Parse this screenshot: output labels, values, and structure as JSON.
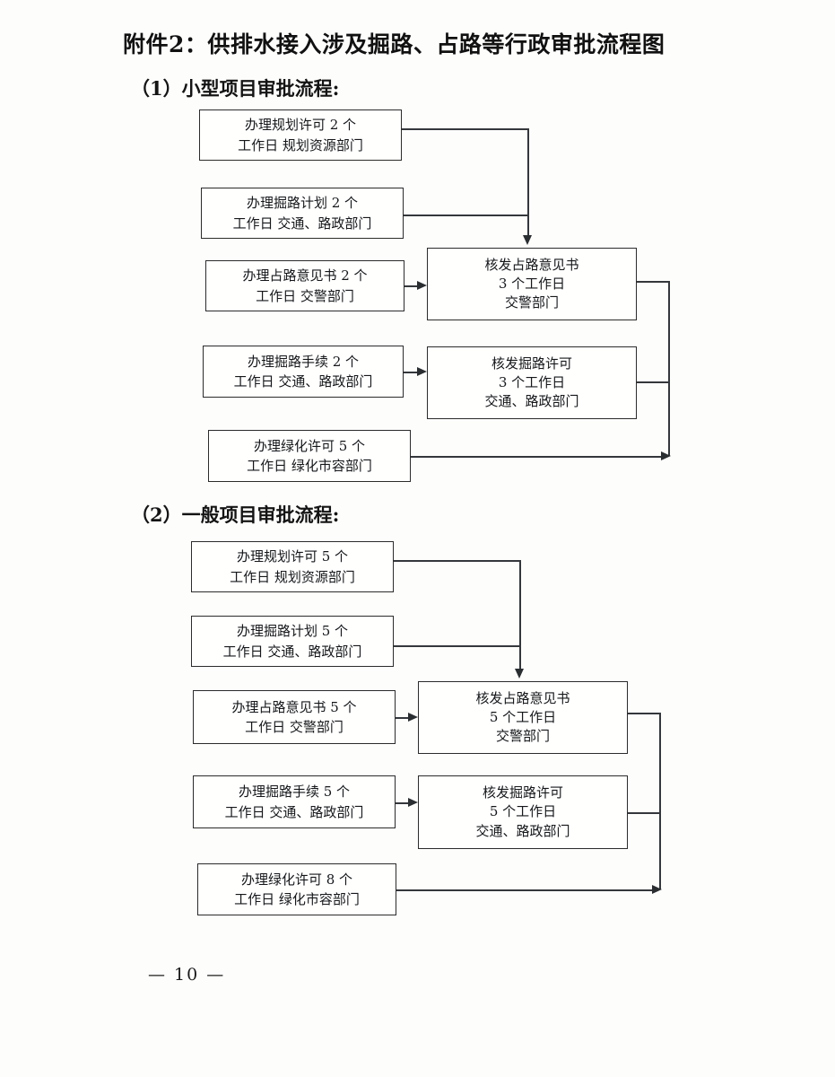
{
  "document": {
    "title": "附件2：供排水接入涉及掘路、占路等行政审批流程图",
    "page_number": "— 10 —"
  },
  "sections": [
    {
      "heading": "（1）小型项目审批流程:",
      "left_nodes": [
        {
          "line1": "办理规划许可 2 个",
          "line2": "工作日  规划资源部门"
        },
        {
          "line1": "办理掘路计划 2 个",
          "line2": "工作日  交通、路政部门"
        },
        {
          "line1": "办理占路意见书 2 个",
          "line2": "工作日  交警部门"
        },
        {
          "line1": "办理掘路手续  2 个",
          "line2": "工作日  交通、路政部门"
        },
        {
          "line1": "办理绿化许可 5 个",
          "line2": "工作日  绿化市容部门"
        }
      ],
      "right_nodes": [
        {
          "line1": "核发占路意见书",
          "line2": "3 个工作日",
          "line3": "交警部门"
        },
        {
          "line1": "核发掘路许可",
          "line2": "3 个工作日",
          "line3": "交通、路政部门"
        }
      ]
    },
    {
      "heading": "（2）一般项目审批流程:",
      "left_nodes": [
        {
          "line1": "办理规划许可 5 个",
          "line2": "工作日  规划资源部门"
        },
        {
          "line1": "办理掘路计划 5 个",
          "line2": "工作日  交通、路政部门"
        },
        {
          "line1": "办理占路意见书 5 个",
          "line2": "工作日  交警部门"
        },
        {
          "line1": "办理掘路手续 5 个",
          "line2": "工作日  交通、路政部门"
        },
        {
          "line1": "办理绿化许可 8 个",
          "line2": "工作日  绿化市容部门"
        }
      ],
      "right_nodes": [
        {
          "line1": "核发占路意见书",
          "line2": "5 个工作日",
          "line3": "交警部门"
        },
        {
          "line1": "核发掘路许可",
          "line2": "5 个工作日",
          "line3": "交通、路政部门"
        }
      ]
    }
  ]
}
